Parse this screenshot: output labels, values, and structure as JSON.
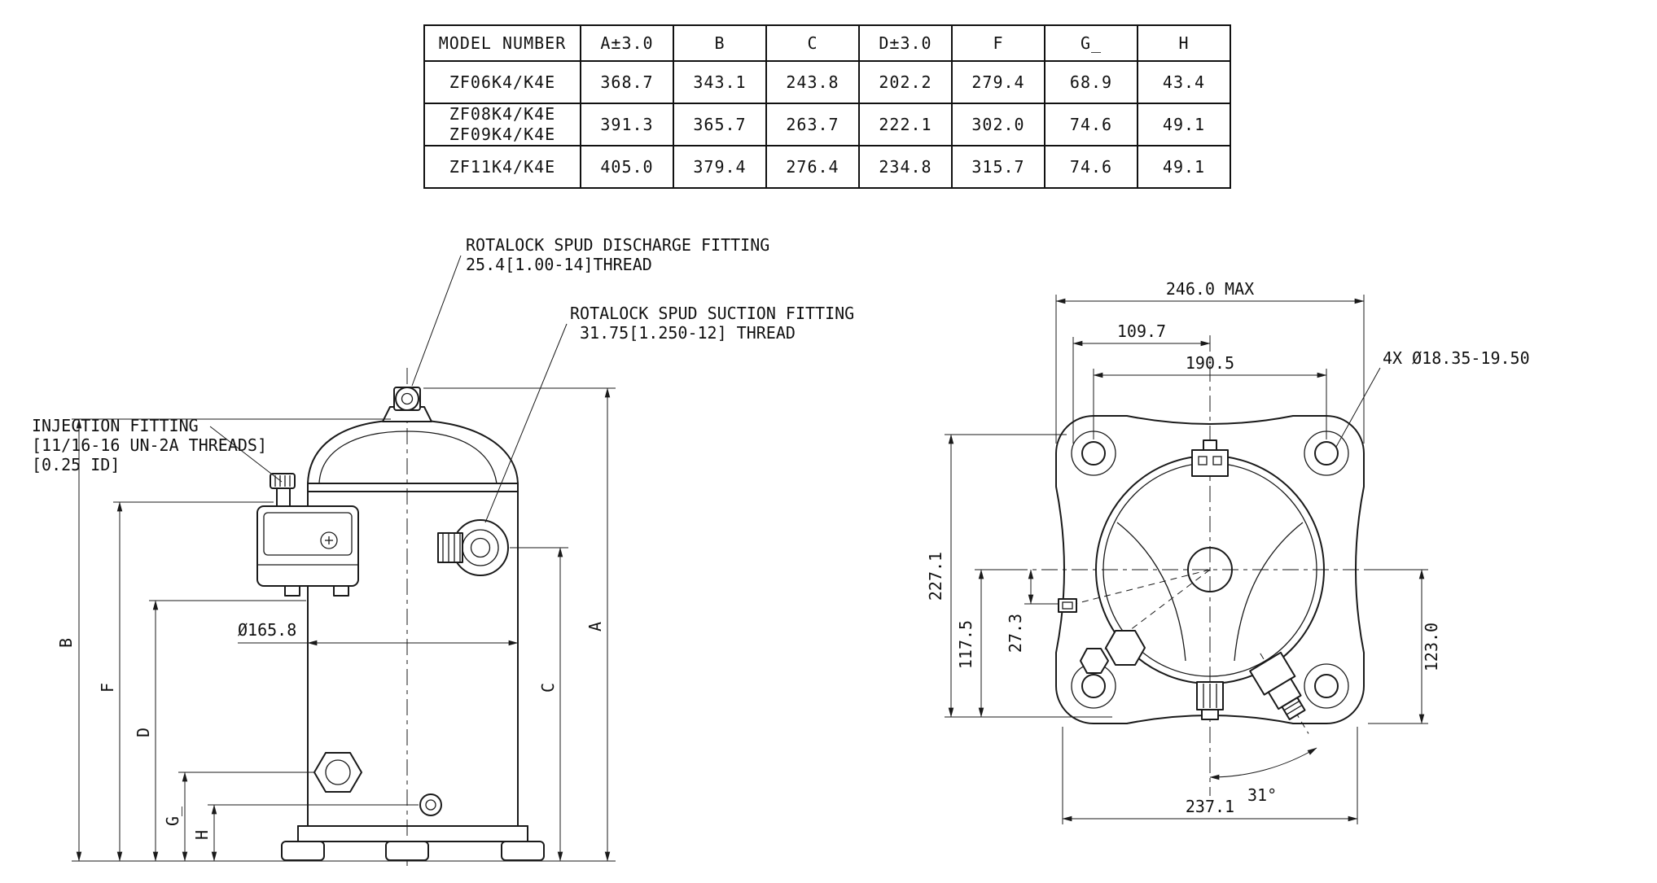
{
  "table": {
    "headers": [
      "MODEL NUMBER",
      "A±3.0",
      "B",
      "C",
      "D±3.0",
      "F",
      "G_",
      "H"
    ],
    "rows": [
      {
        "model": "ZF06K4/K4E",
        "values": [
          "368.7",
          "343.1",
          "243.8",
          "202.2",
          "279.4",
          "68.9",
          "43.4"
        ]
      },
      {
        "model": "ZF08K4/K4E\nZF09K4/K4E",
        "values": [
          "391.3",
          "365.7",
          "263.7",
          "222.1",
          "302.0",
          "74.6",
          "49.1"
        ]
      },
      {
        "model": "ZF11K4/K4E",
        "values": [
          "405.0",
          "379.4",
          "276.4",
          "234.8",
          "315.7",
          "74.6",
          "49.1"
        ]
      }
    ]
  },
  "side_view": {
    "callouts": {
      "discharge_line1": "ROTALOCK SPUD DISCHARGE FITTING",
      "discharge_line2": "25.4[1.00-14]THREAD",
      "suction_line1": "ROTALOCK SPUD SUCTION FITTING",
      "suction_line2": "31.75[1.250-12] THREAD",
      "injection_line1": "INJECTION FITTING",
      "injection_line2": "[11/16-16 UN-2A THREADS]",
      "injection_line3": "[0.25 ID]"
    },
    "diameter_label": "Ø165.8",
    "letters": {
      "a": "A",
      "b": "B",
      "c": "C",
      "d": "D",
      "f": "F",
      "g": "G_",
      "h": "H"
    }
  },
  "top_view": {
    "dims": {
      "width_max": "246.0 MAX",
      "d109": "109.7",
      "d190": "190.5",
      "holes": "4X Ø18.35-19.50",
      "d227": "227.1",
      "d117": "117.5",
      "d27": "27.3",
      "d123": "123.0",
      "angle": "31°",
      "d237": "237.1"
    }
  }
}
